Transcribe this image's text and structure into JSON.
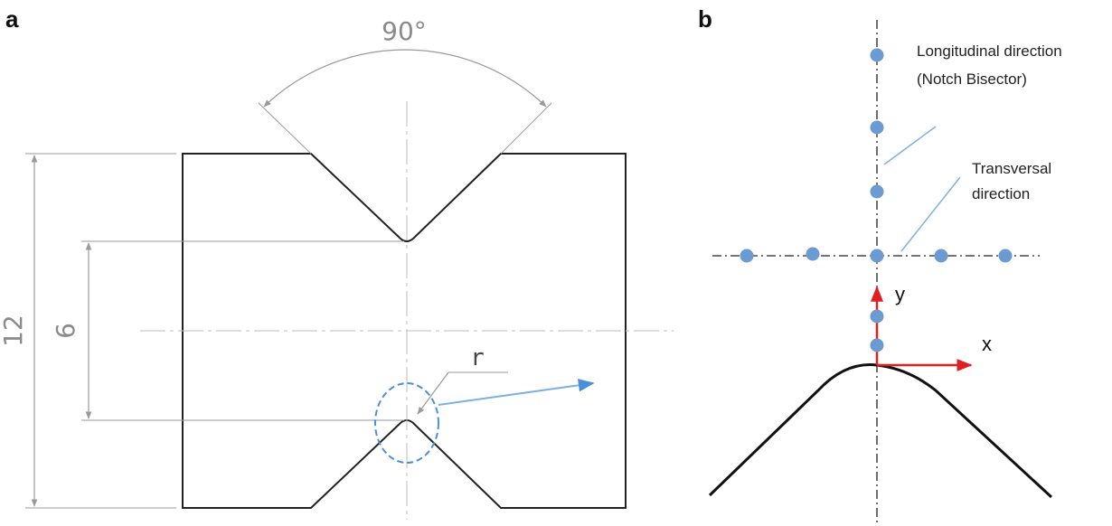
{
  "panel_a": {
    "label": "a",
    "angle_label": "90°",
    "height_label": "12",
    "notch_gap_label": "6",
    "radius_label": "r"
  },
  "panel_b": {
    "label": "b",
    "longitudinal_line1": "Longitudinal direction",
    "longitudinal_line2": "(Notch Bisector)",
    "transversal_line1": "Transversal",
    "transversal_line2": "direction",
    "y_axis_label": "y",
    "x_axis_label": "x"
  },
  "colors": {
    "outline": "#222222",
    "dimension": "#9a9a9a",
    "point": "#6b9bd1",
    "highlight": "#4a90d9",
    "leader": "#7fb0e0",
    "axes": "#e02020"
  }
}
